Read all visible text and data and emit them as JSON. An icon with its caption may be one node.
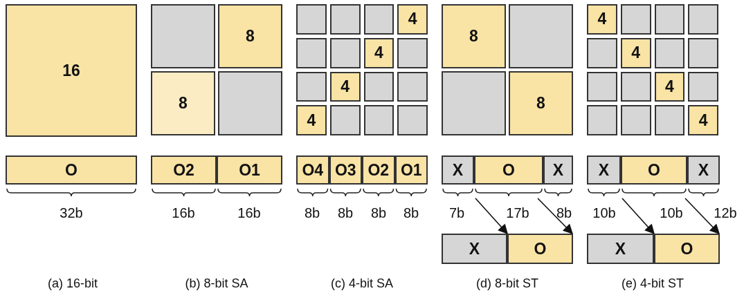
{
  "diagram": {
    "nodes": [
      {
        "text": [
          "16"
        ]
      },
      {
        "text": [
          "O"
        ]
      },
      {
        "text": [],
        "shape": "box"
      },
      {
        "text": [
          "8"
        ]
      },
      {
        "text": [
          "8"
        ]
      },
      {
        "text": [],
        "shape": "box"
      },
      {
        "text": [
          "O2"
        ]
      },
      {
        "text": [
          "O1"
        ]
      },
      {
        "text": [],
        "shape": "box"
      },
      {
        "text": [],
        "shape": "box"
      },
      {
        "text": [],
        "shape": "box"
      },
      {
        "text": [
          "4"
        ]
      },
      {
        "text": [],
        "shape": "box"
      },
      {
        "text": [],
        "shape": "box"
      },
      {
        "text": [
          "4"
        ]
      },
      {
        "text": [],
        "shape": "box"
      },
      {
        "text": [],
        "shape": "box"
      },
      {
        "text": [
          "4"
        ]
      },
      {
        "text": [],
        "shape": "box"
      },
      {
        "text": [],
        "shape": "box"
      },
      {
        "text": [
          "4"
        ]
      },
      {
        "text": [],
        "shape": "box"
      },
      {
        "text": [],
        "shape": "box"
      },
      {
        "text": [],
        "shape": "box"
      },
      {
        "text": [
          "O4"
        ]
      },
      {
        "text": [
          "O3"
        ]
      },
      {
        "text": [
          "O2"
        ]
      },
      {
        "text": [
          "O1"
        ]
      },
      {
        "text": [
          "8"
        ]
      },
      {
        "text": [],
        "shape": "box"
      },
      {
        "text": [],
        "shape": "box"
      },
      {
        "text": [
          "8"
        ]
      },
      {
        "text": [
          "X"
        ]
      },
      {
        "text": [
          "O"
        ]
      },
      {
        "text": [
          "X"
        ]
      },
      {
        "text": [
          "X"
        ]
      },
      {
        "text": [
          "O"
        ]
      },
      {
        "text": [
          "4"
        ]
      },
      {
        "text": [],
        "shape": "box"
      },
      {
        "text": [],
        "shape": "box"
      },
      {
        "text": [],
        "shape": "box"
      },
      {
        "text": [],
        "shape": "box"
      },
      {
        "text": [
          "4"
        ]
      },
      {
        "text": [],
        "shape": "box"
      },
      {
        "text": [],
        "shape": "box"
      },
      {
        "text": [],
        "shape": "box"
      },
      {
        "text": [],
        "shape": "box"
      },
      {
        "text": [
          "4"
        ]
      },
      {
        "text": [],
        "shape": "box"
      },
      {
        "text": [],
        "shape": "box"
      },
      {
        "text": [],
        "shape": "box"
      },
      {
        "text": [],
        "shape": "box"
      },
      {
        "text": [
          "4"
        ]
      },
      {
        "text": [
          "X"
        ]
      },
      {
        "text": [
          "O"
        ]
      },
      {
        "text": [
          "X"
        ]
      },
      {
        "text": [
          "X"
        ]
      },
      {
        "text": [
          "O"
        ]
      }
    ],
    "edges": [
      {
        "from": null,
        "to": 36,
        "arrow": "to"
      },
      {
        "from": null,
        "to": 36,
        "arrow": "to"
      },
      {
        "from": null,
        "to": 57,
        "arrow": "to"
      },
      {
        "from": null,
        "to": 57,
        "arrow": "to"
      }
    ],
    "labels": [
      "32b",
      "16b",
      "16b",
      "8b",
      "8b",
      "8b",
      "8b",
      "7b",
      "17b",
      "8b",
      "10b",
      "10b",
      "12b",
      "(a) 16-bit",
      "(b) 8-bit SA",
      "(c) 4-bit SA",
      "(d) 8-bit ST",
      "(e) 4-bit ST"
    ]
  }
}
